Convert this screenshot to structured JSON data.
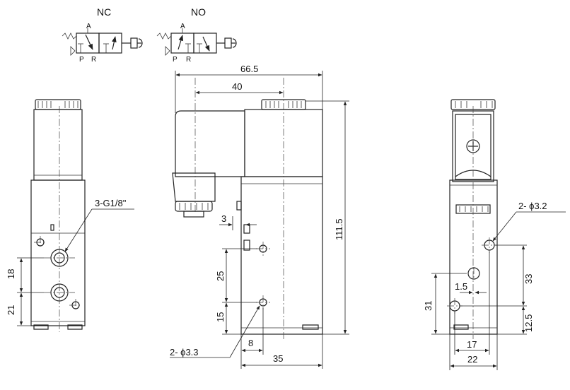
{
  "symbols": {
    "nc": {
      "title": "NC",
      "port_a": "A",
      "port_p": "P",
      "port_r": "R"
    },
    "no": {
      "title": "NO",
      "port_a": "A",
      "port_p": "P",
      "port_r": "R"
    }
  },
  "dimensions": {
    "width_overall": "66.5",
    "width_coil": "40",
    "height_overall": "111.5",
    "offset": "3",
    "port_spacing_1": "25",
    "port_spacing_2": "15",
    "mount_offset": "8",
    "body_width": "35",
    "thread_label": "3-G1/8\"",
    "left_18": "18",
    "left_21": "21",
    "mount_hole_front": "2- ϕ3.3",
    "mount_hole_side": "2- ϕ3.2",
    "side_33": "33",
    "side_31": "31",
    "side_1_5": "1.5",
    "side_12_5": "12.5",
    "side_17": "17",
    "side_22": "22"
  }
}
